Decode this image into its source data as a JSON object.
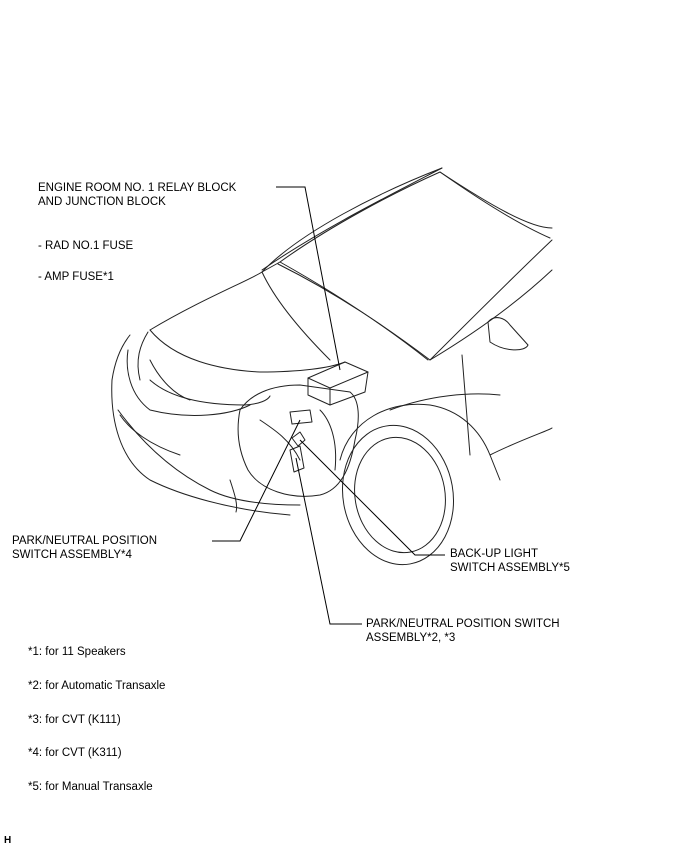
{
  "labels": {
    "engine_room_line1": "ENGINE ROOM NO. 1 RELAY BLOCK",
    "engine_room_line2": "AND JUNCTION BLOCK",
    "rad_fuse": "- RAD NO.1 FUSE",
    "amp_fuse": "- AMP FUSE*1",
    "pn_switch4_line1": "PARK/NEUTRAL POSITION",
    "pn_switch4_line2": "SWITCH ASSEMBLY*4",
    "backup_line1": "BACK-UP LIGHT",
    "backup_line2": "SWITCH ASSEMBLY*5",
    "pn_switch23_line1": "PARK/NEUTRAL POSITION SWITCH",
    "pn_switch23_line2": "ASSEMBLY*2, *3"
  },
  "footnotes": [
    "*1: for 11 Speakers",
    "*2: for Automatic Transaxle",
    "*3: for CVT (K111)",
    "*4: for CVT (K311)",
    "*5: for Manual Transaxle"
  ],
  "corner_code": "H"
}
